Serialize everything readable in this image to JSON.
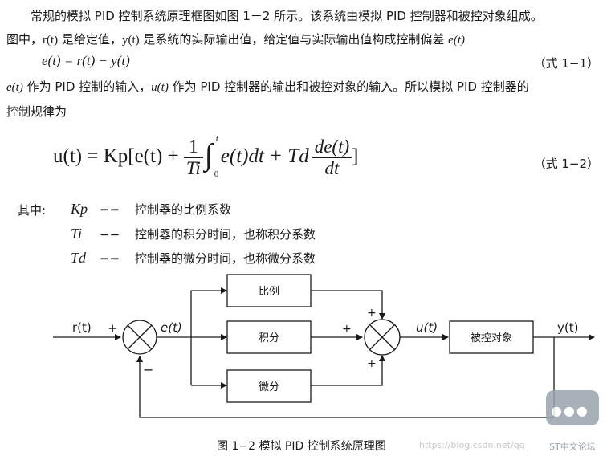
{
  "paragraph1": {
    "line1": "常规的模拟 PID 控制系统原理框图如图 1－2 所示。该系统由模拟 PID 控制器和被控对象组成。",
    "line2_prefix": "图中，",
    "line2_r": "r(t)",
    "line2_mid1": " 是给定值，",
    "line2_y": "y(t)",
    "line2_mid2": " 是系统的实际输出值，给定值与实际输出值构成控制偏差 ",
    "line2_e": "e(t)"
  },
  "equation1": {
    "text": "e(t) = r(t) − y(t)",
    "number": "（式 1−1）"
  },
  "paragraph2": {
    "e": "e(t)",
    "mid1": " 作为 PID 控制的输入，",
    "u": "u(t)",
    "mid2": " 作为 PID 控制器的输出和被控对象的输入。所以模拟 PID 控制器的",
    "line2": "控制规律为"
  },
  "equation2": {
    "lhs": "u(t) = Kp[e(t) + ",
    "frac1_num": "1",
    "frac1_den": "Ti",
    "int_upper": "t",
    "int_lower": "0",
    "int_body": "e(t)dt + Td",
    "frac2_num": "de(t)",
    "frac2_den": "dt",
    "rhs": "]",
    "number": "（式 1−2）"
  },
  "legend": {
    "intro": "其中:",
    "items": [
      {
        "symbol": "Kp",
        "dash": "−−",
        "desc": "控制器的比例系数"
      },
      {
        "symbol": "Ti",
        "dash": "−−",
        "desc": "控制器的积分时间，也称积分系数"
      },
      {
        "symbol": "Td",
        "dash": "−−",
        "desc": "控制器的微分时间，也称微分系数"
      }
    ]
  },
  "diagram": {
    "input_label": "r(t)",
    "plus1": "+",
    "minus1": "−",
    "error_label": "e(t)",
    "block_p": "比例",
    "block_i": "积分",
    "block_d": "微分",
    "plus_top": "+",
    "plus_left": "+",
    "plus_bottom": "+",
    "u_label": "u(t)",
    "plant": "被控对象",
    "output_label": "y(t)"
  },
  "caption": "图 1−2 模拟 PID 控制系统原理图",
  "watermark": {
    "url": "https://blog.csdn.net/qq_",
    "brand": "ST中文论坛"
  }
}
